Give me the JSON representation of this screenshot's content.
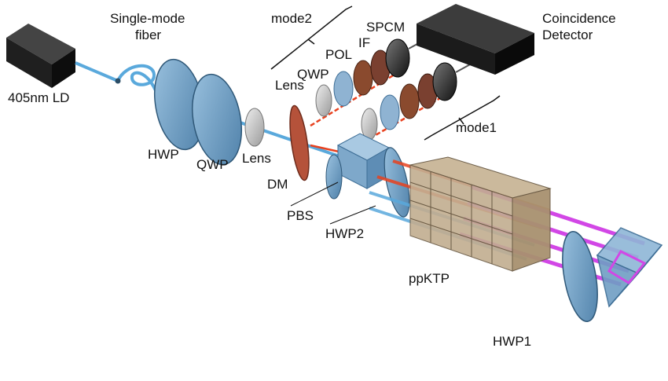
{
  "labels": {
    "ld": "405nm LD",
    "fiber_line1": "Single-mode",
    "fiber_line2": "fiber",
    "hwp": "HWP",
    "qwp": "QWP",
    "lens": "Lens",
    "dm": "DM",
    "pbs": "PBS",
    "hwp2": "HWP2",
    "ppktp": "ppKTP",
    "hwp1": "HWP1",
    "mode2": "mode2",
    "mode1": "mode1",
    "lens2": "Lens",
    "qwp2": "QWP",
    "pol": "POL",
    "if": "IF",
    "spcm": "SPCM",
    "coinc_line1": "Coincidence",
    "coinc_line2": "Detector"
  },
  "colors": {
    "pump_beam": "#5aa9dc",
    "signal_beam": "#e8421f",
    "loop_beam": "#d247e6",
    "optic_blue": "#6f9ec4",
    "optic_dark": "#3e6e96",
    "crystal": "#c2ad90",
    "device_dark": "#1b1b1b",
    "lens_grey": "#bdbdbd",
    "dm_red": "#b5523a",
    "filter_brown": "#8a4a2e"
  }
}
